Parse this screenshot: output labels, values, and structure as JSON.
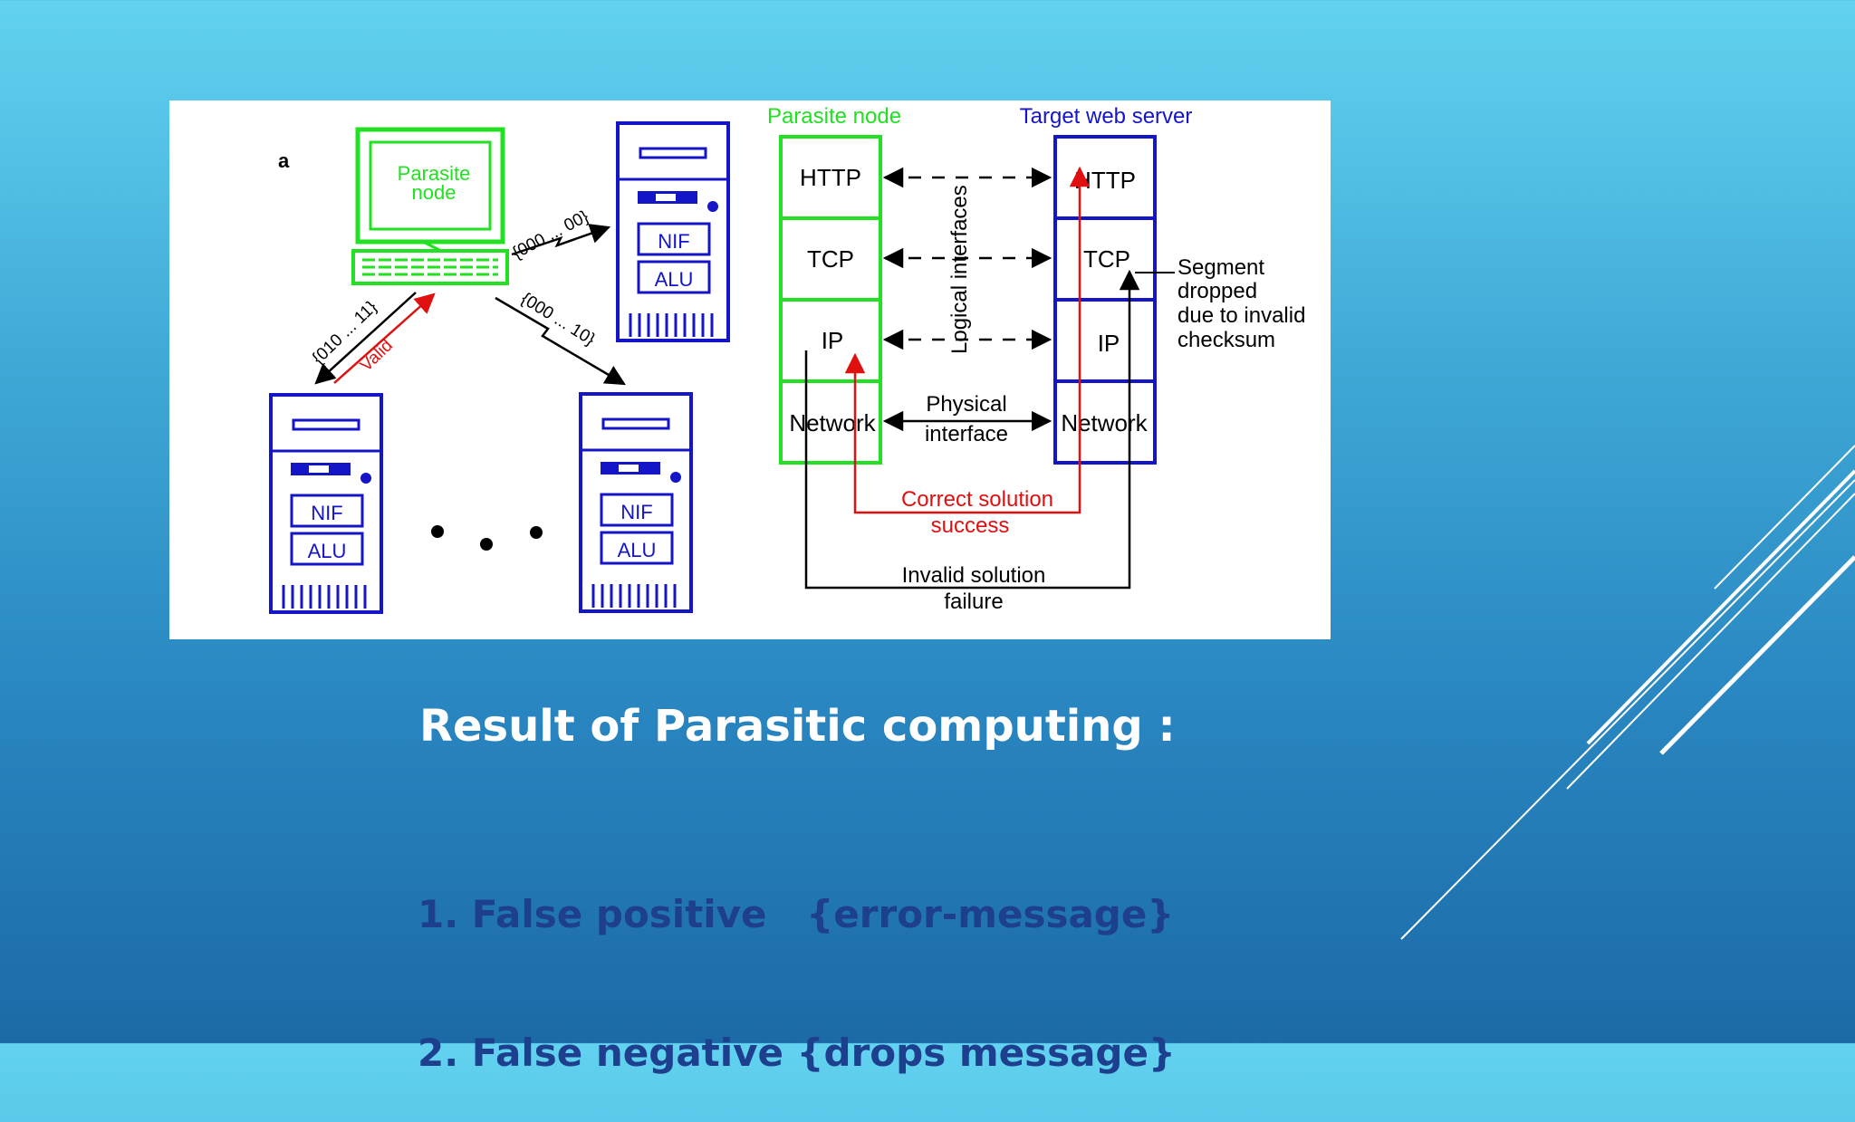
{
  "figure": {
    "panel_label": "a",
    "parasite_label_line1": "Parasite",
    "parasite_label_line2": "node",
    "server_nif": "NIF",
    "server_alu": "ALU",
    "link_top_right": "{000 ... 00}",
    "link_bottom_right": "{000 ... 10}",
    "link_bottom_left": "{010 ... 11}",
    "link_valid": "Valid",
    "stack_left_title": "Parasite node",
    "stack_right_title": "Target web server",
    "layers": [
      "HTTP",
      "TCP",
      "IP",
      "Network"
    ],
    "logical_interfaces": "Logical interfaces",
    "physical_line1": "Physical",
    "physical_line2": "interface",
    "segment_line1": "Segment",
    "segment_line2": "dropped",
    "segment_line3": "due to invalid",
    "segment_line4": "checksum",
    "correct_line1": "Correct solution",
    "correct_line2": "success",
    "invalid_line1": "Invalid solution",
    "invalid_line2": "failure",
    "colors": {
      "green": "#22e022",
      "blue": "#1515c8",
      "red": "#e01010",
      "black": "#000000"
    }
  },
  "title": "Result of Parasitic computing :",
  "results": [
    "1. False positive   {error-message}",
    "2. False negative {drops message}"
  ]
}
